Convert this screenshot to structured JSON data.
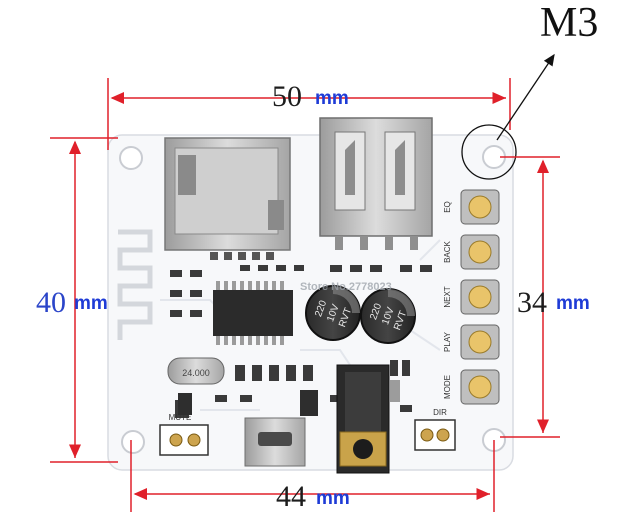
{
  "annotations": {
    "mount_hole": "M3",
    "width_top": {
      "value": "50",
      "unit": "mm"
    },
    "height_left": {
      "value": "40",
      "unit": "mm"
    },
    "height_right": {
      "value": "34",
      "unit": "mm"
    },
    "width_bottom": {
      "value": "44",
      "unit": "mm"
    }
  },
  "board": {
    "watermark": "Store No.2778023",
    "buttons": [
      "EQ",
      "BACK",
      "NEXT",
      "PLAY",
      "MODE"
    ],
    "capacitors": [
      {
        "line1": "220",
        "line2": "10V",
        "line3": "RVT"
      },
      {
        "line1": "220",
        "line2": "10V",
        "line3": "RVT"
      }
    ],
    "silk_left": "MUTE",
    "silk_right": "DIR",
    "crystal_label": "24.000"
  },
  "colors": {
    "dimension_line": "#e0202a",
    "unit_text": "#1e3bd6",
    "pcb": "#f7f8fa",
    "metal": "#b9b9b9",
    "button_cap": "#e9c46a"
  }
}
